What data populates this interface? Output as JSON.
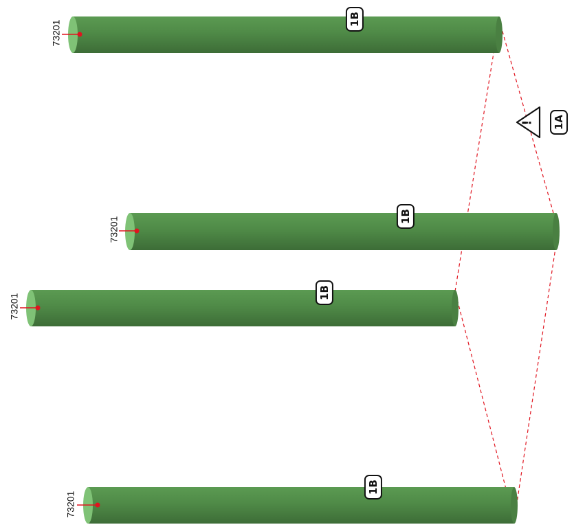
{
  "colors": {
    "tube": "#4f8a47",
    "tube_dark": "#3e6f38",
    "tube_end": "#7fc276",
    "leader": "#e0141f",
    "dashed": "#e0141f"
  },
  "tubes": [
    {
      "part_number": "73201",
      "badge": "1B"
    },
    {
      "part_number": "73201",
      "badge": "1B"
    },
    {
      "part_number": "73201",
      "badge": "1B"
    },
    {
      "part_number": "73201",
      "badge": "1B"
    }
  ],
  "warning": {
    "icon": "warning-triangle-icon",
    "symbol": "!",
    "badge": "1A"
  }
}
